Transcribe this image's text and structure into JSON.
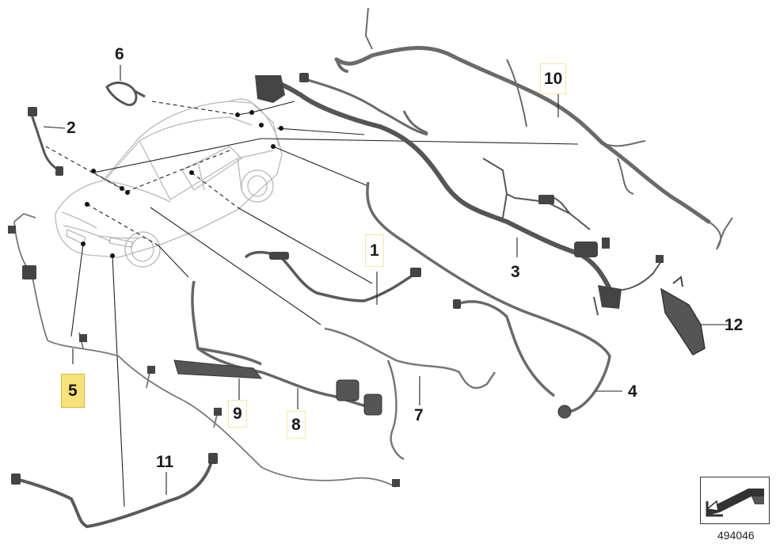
{
  "callouts": {
    "c1": "1",
    "c2": "2",
    "c3": "3",
    "c4": "4",
    "c5": "5",
    "c6": "6",
    "c7": "7",
    "c8": "8",
    "c9": "9",
    "c10": "10",
    "c11": "11",
    "c12": "12"
  },
  "reference_number": "494046",
  "colors": {
    "harness": "#666666",
    "harness_dark": "#4a4a4a",
    "car_outline": "#b5b5b5",
    "leader": "#222222",
    "highlight": "#f7e27a"
  },
  "icons": {
    "navigation": "arrow-box-icon"
  }
}
